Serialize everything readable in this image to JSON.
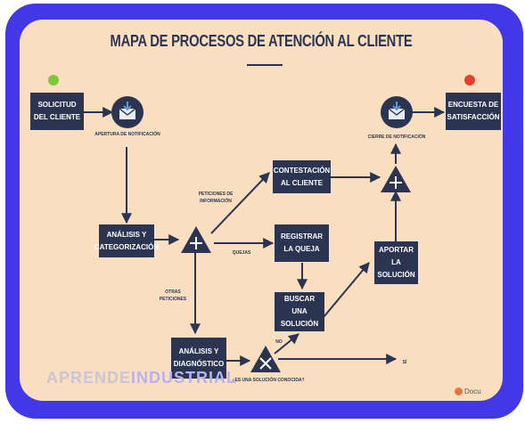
{
  "title": "MAPA DE PROCESOS DE ATENCIÓN AL CLIENTE",
  "colors": {
    "frame": "#4338e8",
    "background": "#f9dfc0",
    "node": "#2b3552",
    "start_dot": "#7cc93b",
    "end_dot": "#e4412f"
  },
  "nodes": {
    "solicitud": "SOLICITUD\nDEL CLIENTE",
    "analisis_categorizacion": "ANÁLISIS Y\nCATEGORIZACIÓN",
    "contestacion": "CONTESTACIÓN\nAL CLIENTE",
    "registrar_queja": "REGISTRAR\nLA QUEJA",
    "buscar_solucion": "BUSCAR\nUNA SOLUCIÓN",
    "aportar_solucion": "APORTAR\nLA SOLUCIÓN",
    "analisis_diagnostico": "ANÁLISIS Y\nDIAGNÓSTICO",
    "encuesta": "ENCUESTA DE\nSATISFACCIÓN"
  },
  "labels": {
    "apertura": "APERTURA DE NOTIFICACIÓN",
    "cierre": "CIERRE DE NOTIFICACIÓN",
    "peticiones_info": "PETICIONES DE\nINFORMACIÓN",
    "quejas": "QUEJAS",
    "otras_peticiones": "OTRAS\nPETICIONES",
    "no": "NO",
    "si": "SÍ",
    "solucion_conocida": "¿ES UNA SOLUCIÓN CONOCIDA?"
  },
  "icons": {
    "apertura": "envelope-download-icon",
    "cierre": "envelope-download-icon",
    "gateway_parallel": "plus-icon",
    "gateway_exclusive": "x-icon"
  },
  "watermark": {
    "part1": "APRENDE",
    "part2": "INDUSTRIAL",
    "part1_color": "#c9c4d8",
    "part2_color": "#b9b2f0",
    "corner": "Docu"
  }
}
